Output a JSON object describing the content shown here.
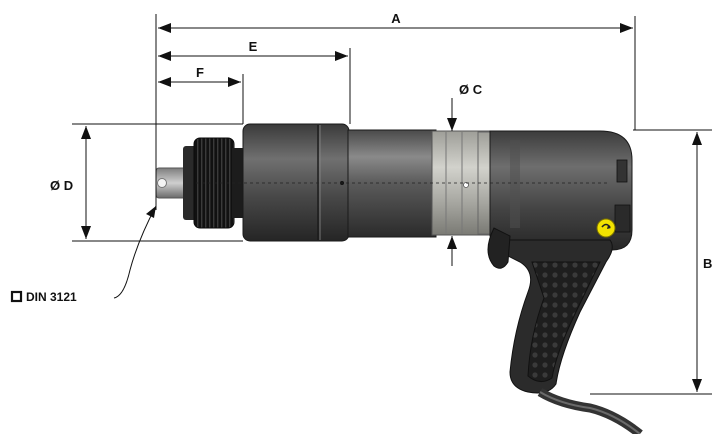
{
  "diagram": {
    "dimension_labels": {
      "a": "A",
      "b": "B",
      "c": "Ø C",
      "d": "Ø D",
      "e": "E",
      "f": "F"
    },
    "drive_label": "DIN 3121",
    "drive_icon": "square-outline-icon",
    "colors": {
      "body_dark": "#3a3a3a",
      "body_mid": "#6b6b6b",
      "collar_light": "#b9b9b4",
      "grip_black": "#1e1e1e",
      "accent_yellow": "#f2e200",
      "line": "#111111"
    }
  }
}
